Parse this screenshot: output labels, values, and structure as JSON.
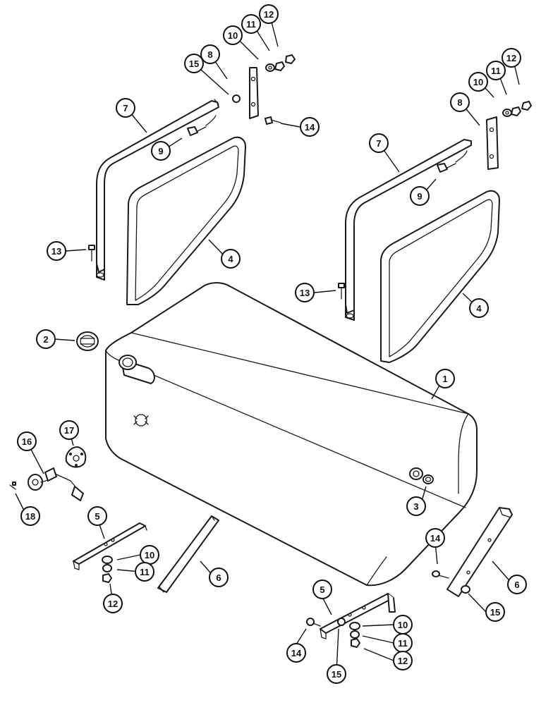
{
  "callouts": [
    {
      "id": "c1",
      "label": "1"
    },
    {
      "id": "c2",
      "label": "2"
    },
    {
      "id": "c3",
      "label": "3"
    },
    {
      "id": "c4a",
      "label": "4"
    },
    {
      "id": "c4b",
      "label": "4"
    },
    {
      "id": "c5a",
      "label": "5"
    },
    {
      "id": "c5b",
      "label": "5"
    },
    {
      "id": "c6a",
      "label": "6"
    },
    {
      "id": "c6b",
      "label": "6"
    },
    {
      "id": "c7a",
      "label": "7"
    },
    {
      "id": "c7b",
      "label": "7"
    },
    {
      "id": "c8a",
      "label": "8"
    },
    {
      "id": "c8b",
      "label": "8"
    },
    {
      "id": "c9a",
      "label": "9"
    },
    {
      "id": "c9b",
      "label": "9"
    },
    {
      "id": "c10a",
      "label": "10"
    },
    {
      "id": "c10b",
      "label": "10"
    },
    {
      "id": "c10c",
      "label": "10"
    },
    {
      "id": "c10d",
      "label": "10"
    },
    {
      "id": "c11a",
      "label": "11"
    },
    {
      "id": "c11b",
      "label": "11"
    },
    {
      "id": "c11c",
      "label": "11"
    },
    {
      "id": "c11d",
      "label": "11"
    },
    {
      "id": "c12a",
      "label": "12"
    },
    {
      "id": "c12b",
      "label": "12"
    },
    {
      "id": "c12c",
      "label": "12"
    },
    {
      "id": "c12d",
      "label": "12"
    },
    {
      "id": "c13a",
      "label": "13"
    },
    {
      "id": "c13b",
      "label": "13"
    },
    {
      "id": "c14a",
      "label": "14"
    },
    {
      "id": "c14b",
      "label": "14"
    },
    {
      "id": "c14c",
      "label": "14"
    },
    {
      "id": "c15a",
      "label": "15"
    },
    {
      "id": "c15b",
      "label": "15"
    },
    {
      "id": "c15c",
      "label": "15"
    },
    {
      "id": "c16",
      "label": "16"
    },
    {
      "id": "c17",
      "label": "17"
    },
    {
      "id": "c18",
      "label": "18"
    }
  ]
}
